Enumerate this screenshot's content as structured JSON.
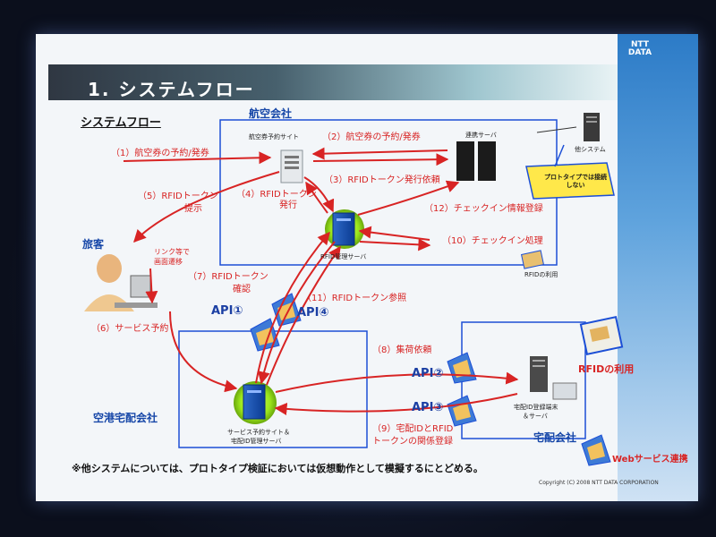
{
  "slide": {
    "title": "1. システムフロー",
    "subtitle": "システムフロー",
    "logo": "NTT DATA",
    "footer_note": "※他システムについては、プロトタイプ検証においては仮想動作として模擬するにとどめる。",
    "copyright": "Copyright (C) 2008 NTT DATA CORPORATION",
    "legend": "Webサービス連携"
  },
  "groups": {
    "airline": "航空会社",
    "airport_delivery": "空港宅配会社",
    "delivery": "宅配会社",
    "traveler": "旅客"
  },
  "nodes": {
    "ticket_site": "航空券予約サイト",
    "link_server": "連携サーバ",
    "other_system": "他システム",
    "rfid_server": "RFID管理サーバ",
    "service_site_line1": "サービス予約サイト＆",
    "service_site_line2": "宅配ID管理サーバ",
    "terminal_line1": "宅配ID登録端末",
    "terminal_line2": "＆サーバ",
    "rfid_use_small": "RFIDの利用",
    "rfid_use_large": "RFIDの利用"
  },
  "badge": "プロトタイプでは接続しない",
  "flows": {
    "f1": "（1）航空券の予約/発券",
    "f2": "（2）航空券の予約/発券",
    "f3": "（3）RFIDトークン発行依頼",
    "f4a": "（4）RFIDトークン",
    "f4b": "発行",
    "f5a": "（5）RFIDトークン",
    "f5b": "提示",
    "link_a": "リンク等で",
    "link_b": "画面遷移",
    "f6": "（6）サービス予約",
    "f7a": "（7）RFIDトークン",
    "f7b": "確認",
    "f8": "（8）集荷依頼",
    "f9a": "（9）宅配IDとRFID",
    "f9b": "トークンの関係登録",
    "f10": "（10）チェックイン処理",
    "f11": "（11）RFIDトークン参照",
    "f12": "（12）チェックイン情報登録"
  },
  "apis": {
    "api1": "API①",
    "api2": "API②",
    "api3": "API③",
    "api4": "API④"
  },
  "colors": {
    "arrow": "#d82424",
    "group_border": "#1c4fd6",
    "api_text": "#1b3fa3",
    "server_glow": "#9be61b"
  }
}
